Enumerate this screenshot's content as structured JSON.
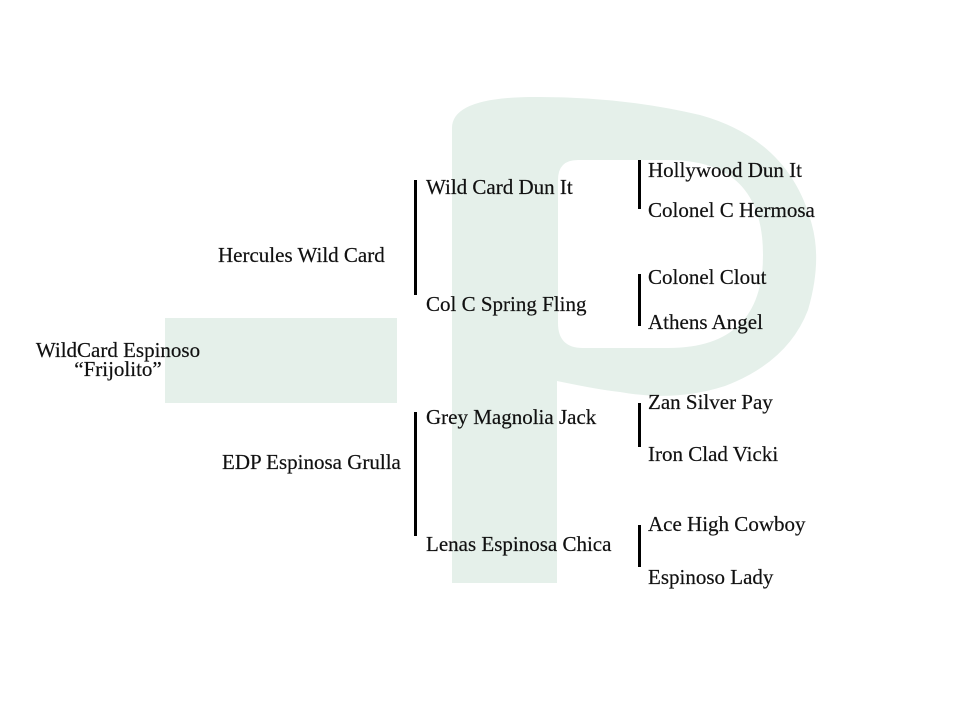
{
  "pedigree": {
    "root": {
      "name": "WildCard Espinoso",
      "nickname": "“Frijolito”"
    },
    "gen1": [
      {
        "role": "sire",
        "name": "Hercules Wild Card"
      },
      {
        "role": "dam",
        "name": "EDP Espinosa Grulla"
      }
    ],
    "gen2": [
      {
        "name": "Wild Card Dun It"
      },
      {
        "name": "Col C Spring Fling"
      },
      {
        "name": "Grey Magnolia Jack"
      },
      {
        "name": "Lenas Espinosa Chica"
      }
    ],
    "gen3": [
      {
        "name": "Hollywood Dun It"
      },
      {
        "name": "Colonel C Hermosa"
      },
      {
        "name": "Colonel Clout"
      },
      {
        "name": "Athens Angel"
      },
      {
        "name": "Zan Silver Pay"
      },
      {
        "name": "Iron Clad Vicki"
      },
      {
        "name": "Ace High Cowboy"
      },
      {
        "name": "Espinoso Lady"
      }
    ]
  },
  "watermark": {
    "letter": "P",
    "color": "#e5f0ea"
  },
  "colors": {
    "text": "#111111",
    "line": "#000000",
    "background": "#ffffff"
  }
}
